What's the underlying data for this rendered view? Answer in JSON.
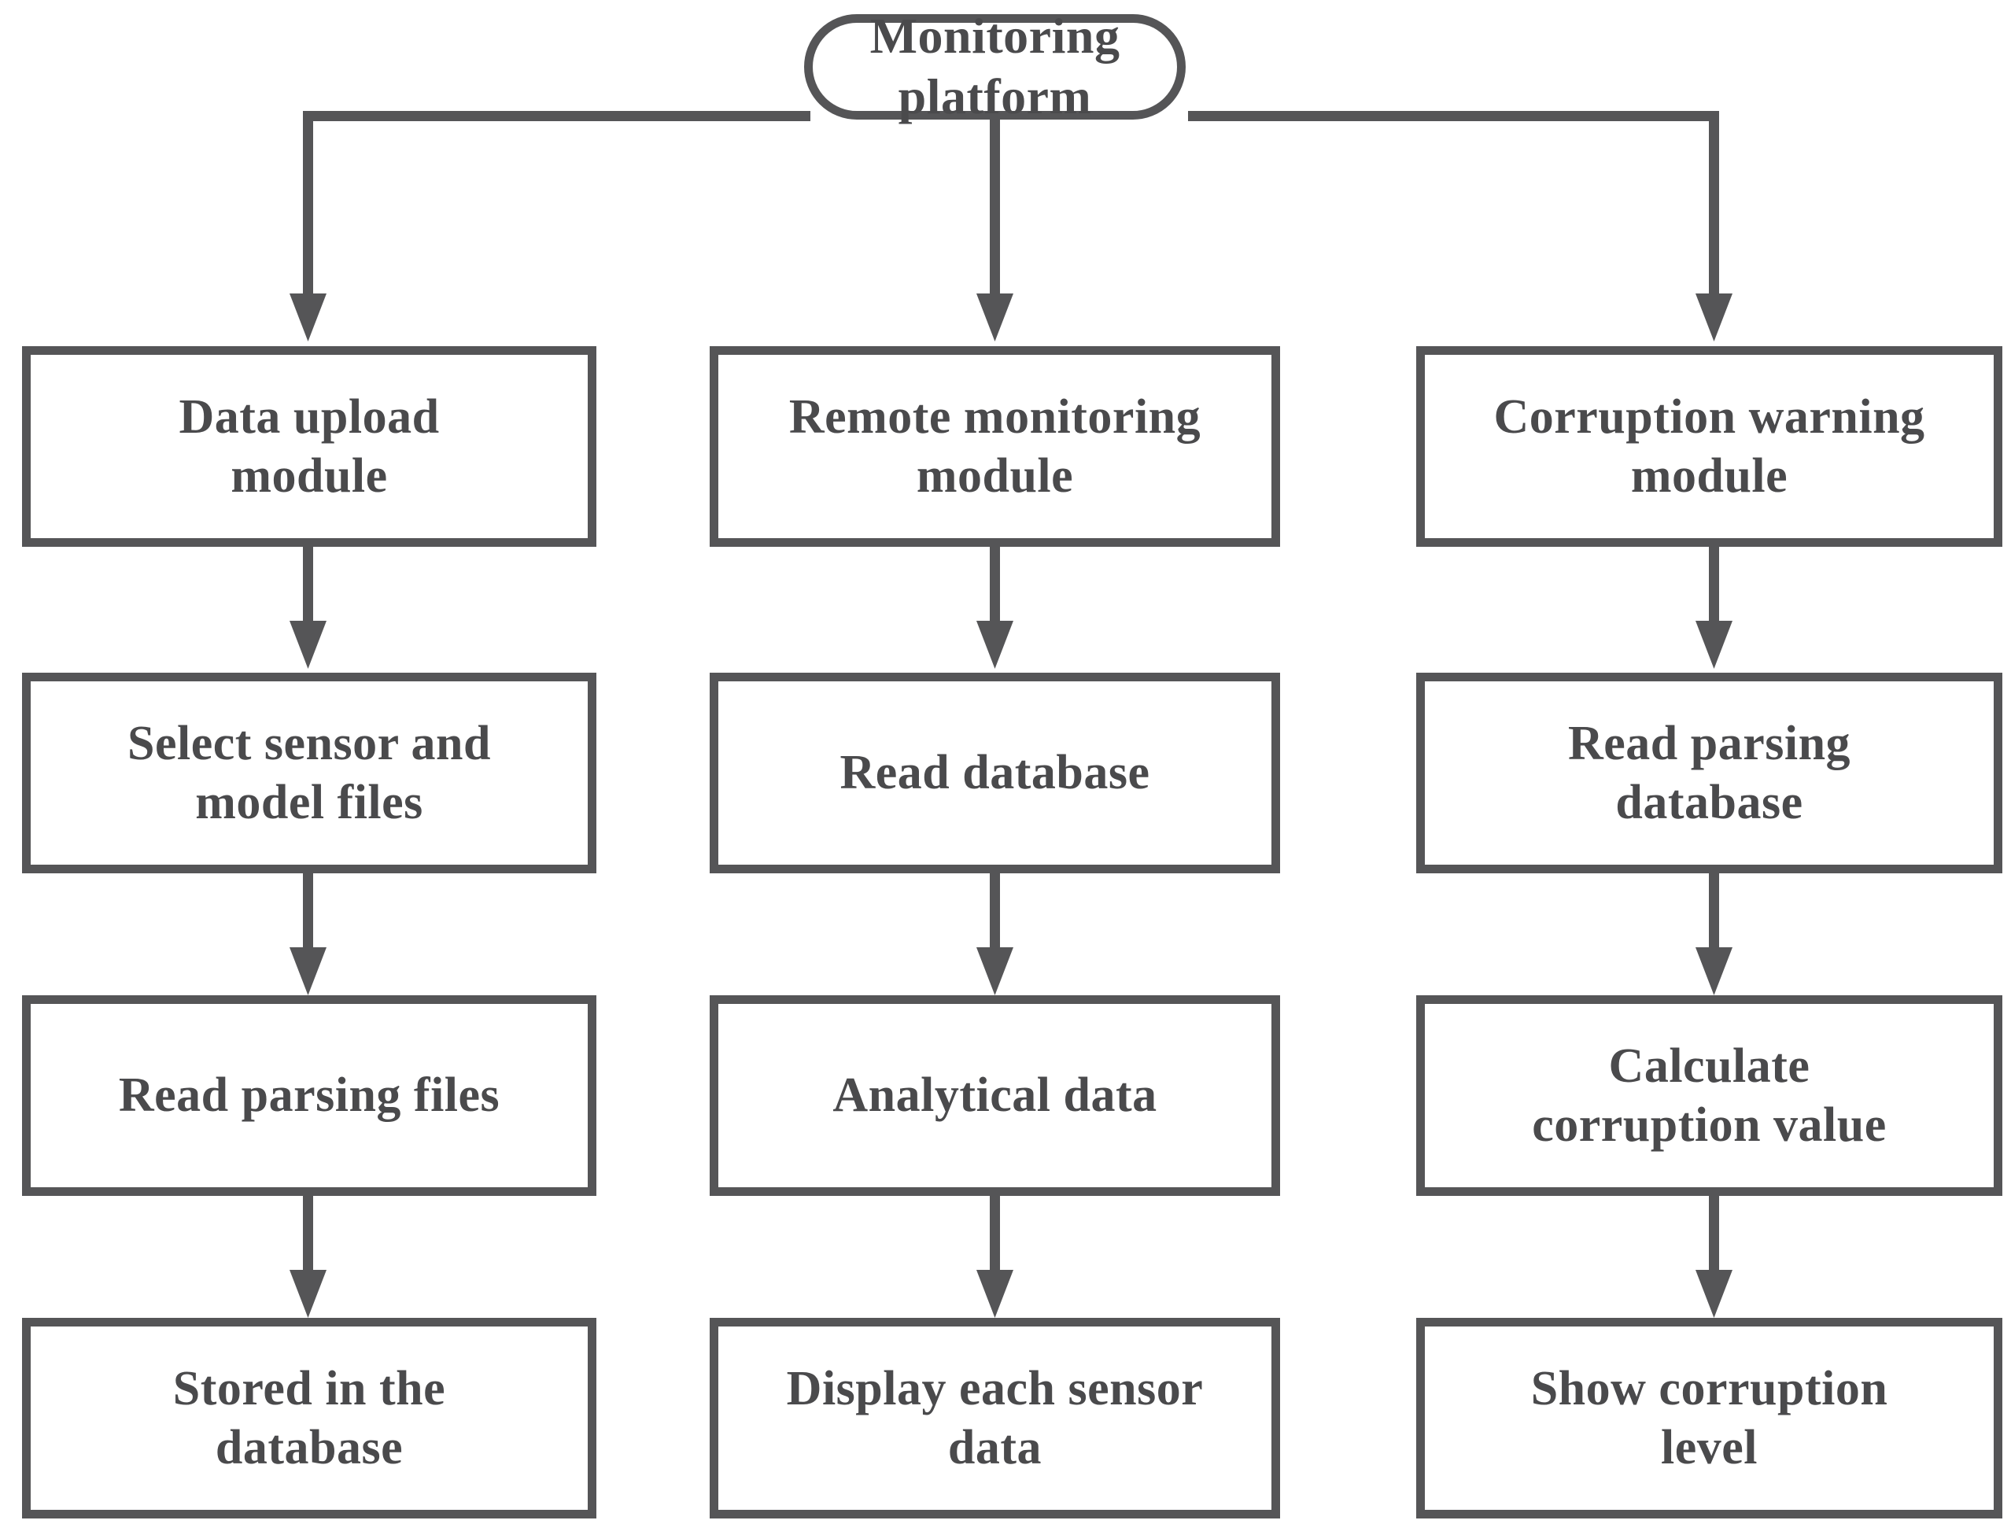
{
  "diagram": {
    "title": "Monitoring platform module flowchart",
    "type": "flowchart",
    "orientation": "top-down",
    "colors": {
      "stroke": "#555557",
      "text": "#4a4a4c",
      "fill": "#ffffff",
      "background": "#ffffff"
    },
    "root": {
      "id": "monitoring-platform",
      "label": "Monitoring\nplatform",
      "shape": "stadium"
    },
    "columns": [
      {
        "id": "data-upload",
        "steps": [
          {
            "id": "data-upload-module",
            "label": "Data upload\nmodule",
            "shape": "rectangle"
          },
          {
            "id": "select-sensor-and-model-files",
            "label": "Select sensor and\nmodel files",
            "shape": "rectangle"
          },
          {
            "id": "read-parsing-files",
            "label": "Read parsing  files",
            "shape": "rectangle"
          },
          {
            "id": "stored-in-the-database",
            "label": "Stored in the\ndatabase",
            "shape": "rectangle"
          }
        ]
      },
      {
        "id": "remote-monitoring",
        "steps": [
          {
            "id": "remote-monitoring-module",
            "label": "Remote monitoring\nmodule",
            "shape": "rectangle"
          },
          {
            "id": "read-database",
            "label": "Read database",
            "shape": "rectangle"
          },
          {
            "id": "analytical-data",
            "label": "Analytical data",
            "shape": "rectangle"
          },
          {
            "id": "display-each-sensor-data",
            "label": "Display each sensor\ndata",
            "shape": "rectangle"
          }
        ]
      },
      {
        "id": "corruption-warning",
        "steps": [
          {
            "id": "corruption-warning-module",
            "label": "Corruption warning\nmodule",
            "shape": "rectangle"
          },
          {
            "id": "read-parsing-database",
            "label": "Read parsing\ndatabase",
            "shape": "rectangle"
          },
          {
            "id": "calculate-corruption-value",
            "label": "Calculate\ncorruption value",
            "shape": "rectangle"
          },
          {
            "id": "show-corruption-level",
            "label": "Show corruption\nlevel",
            "shape": "rectangle"
          }
        ]
      }
    ],
    "edges": [
      {
        "from": "monitoring-platform",
        "to": "data-upload-module",
        "style": "elbow-left-down",
        "arrow": true
      },
      {
        "from": "monitoring-platform",
        "to": "remote-monitoring-module",
        "style": "straight-down",
        "arrow": true
      },
      {
        "from": "monitoring-platform",
        "to": "corruption-warning-module",
        "style": "elbow-right-down",
        "arrow": true
      },
      {
        "from": "data-upload-module",
        "to": "select-sensor-and-model-files",
        "style": "straight-down",
        "arrow": true
      },
      {
        "from": "select-sensor-and-model-files",
        "to": "read-parsing-files",
        "style": "straight-down",
        "arrow": true
      },
      {
        "from": "read-parsing-files",
        "to": "stored-in-the-database",
        "style": "straight-down",
        "arrow": true
      },
      {
        "from": "remote-monitoring-module",
        "to": "read-database",
        "style": "straight-down",
        "arrow": true
      },
      {
        "from": "read-database",
        "to": "analytical-data",
        "style": "straight-down",
        "arrow": true
      },
      {
        "from": "analytical-data",
        "to": "display-each-sensor-data",
        "style": "straight-down",
        "arrow": true
      },
      {
        "from": "corruption-warning-module",
        "to": "read-parsing-database",
        "style": "straight-down",
        "arrow": true
      },
      {
        "from": "read-parsing-database",
        "to": "calculate-corruption-value",
        "style": "straight-down",
        "arrow": true
      },
      {
        "from": "calculate-corruption-value",
        "to": "show-corruption-level",
        "style": "straight-down",
        "arrow": true
      }
    ]
  }
}
